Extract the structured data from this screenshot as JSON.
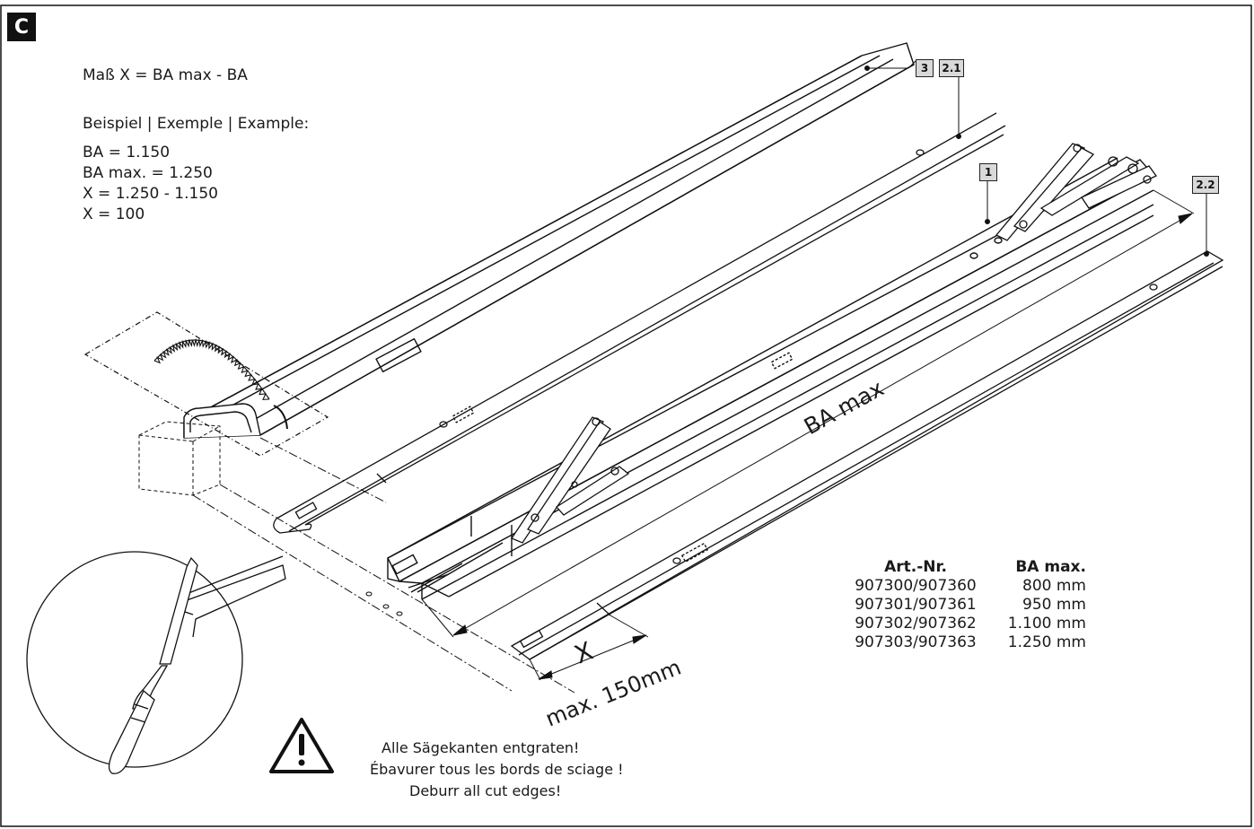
{
  "section_label": "C",
  "formula": {
    "definition": "Maß X = BA max - BA",
    "example_heading": "Beispiel | Exemple | Example:",
    "lines": [
      "BA = 1.150",
      "BA max. = 1.250",
      "X = 1.250 - 1.150",
      "X = 100"
    ]
  },
  "callouts": {
    "part_3": "3",
    "part_2_1": "2.1",
    "part_1": "1",
    "part_2_2": "2.2"
  },
  "dimensions": {
    "ba_max": "BA max",
    "x": "X",
    "max_cut": "max. 150mm"
  },
  "table": {
    "headers": [
      "Art.-Nr.",
      "BA max."
    ],
    "rows": [
      [
        "907300/907360",
        "800 mm"
      ],
      [
        "907301/907361",
        "950 mm"
      ],
      [
        "907302/907362",
        "1.100 mm"
      ],
      [
        "907303/907363",
        "1.250 mm"
      ]
    ]
  },
  "warning": {
    "de": "Alle Sägekanten entgraten!",
    "fr": "Ébavurer tous les bords de sciage !",
    "en": "Deburr all cut edges!"
  },
  "icons": [
    "warning-triangle-icon",
    "saw-blade-icon",
    "file-tool-icon"
  ]
}
